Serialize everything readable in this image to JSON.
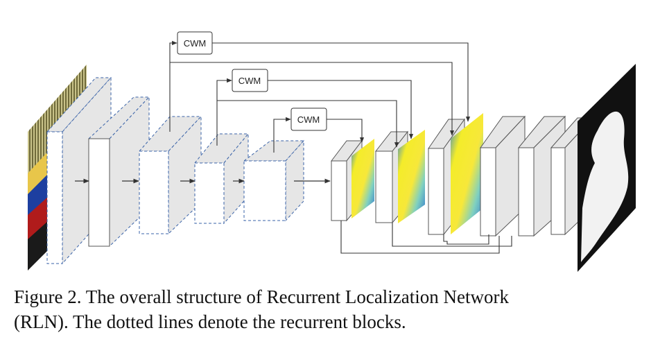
{
  "diagram": {
    "cwm_modules": [
      {
        "label": "CWM"
      },
      {
        "label": "CWM"
      },
      {
        "label": "CWM"
      }
    ]
  },
  "caption": {
    "line1": "Figure 2. The overall structure of Recurrent Localization Network",
    "line2": "(RLN). The dotted lines denote the recurrent blocks."
  },
  "colors": {
    "block_side": "#e6e6e6",
    "block_front": "#ffffff",
    "block_stroke": "#555555",
    "recurrent_dash": "#3a63a8",
    "arrow": "#333333",
    "heatmap_yellow": "#f4ec2a",
    "heatmap_blue": "#2a7fd6"
  }
}
